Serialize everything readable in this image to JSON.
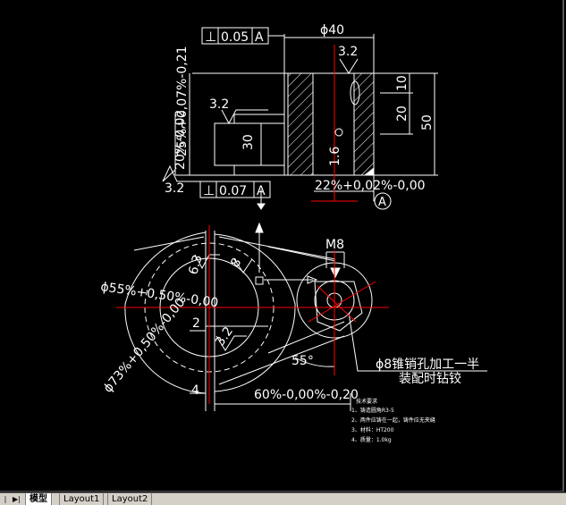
{
  "top_view": {
    "perp_symbol": "⊥",
    "perp_tol_top": "0.05",
    "perp_tol_bottom": "0.07",
    "datum": "A",
    "dia_40": "ϕ40",
    "rough_top": "3.2",
    "rough_left": "3.2",
    "rough_bottom_left": "3.2",
    "dim_21": "25%+0,07%-0,21",
    "dim_20_left": "20%-0,02",
    "dim_30": "30",
    "dim_10": "10",
    "dim_20_right": "20",
    "dim_50": "50",
    "dim_16": "1.6",
    "dim_22": "22%+0,02%-0,00",
    "datum_circle": "A"
  },
  "bottom_view": {
    "rough_63": "6.3",
    "rough_8": "8",
    "m8": "M8",
    "dia_55": "ϕ55%+0,50%-0,00",
    "dia_73": "ϕ73%+0,50%-0,00",
    "rough_32": "3.2",
    "dim_2": "2",
    "angle_55": "55°",
    "dim_4": "4",
    "dim_60": "60%-0,00%-0,20",
    "note_pin_line1": "ϕ8锥销孔加工一半",
    "note_pin_line2": "装配时钻铰"
  },
  "notes": {
    "title": "技术要求",
    "items": [
      "1、铸造圆角R3-5",
      "2、两件应铸在一起，铸件应无夹缝",
      "3、材料：HT200",
      "4、质量：1.0kg"
    ]
  },
  "tabs": {
    "items": [
      "模型",
      "Layout1",
      "Layout2"
    ]
  },
  "colors": {
    "background": "#000000",
    "lines": "#ffffff",
    "centerline": "#ff0000"
  }
}
